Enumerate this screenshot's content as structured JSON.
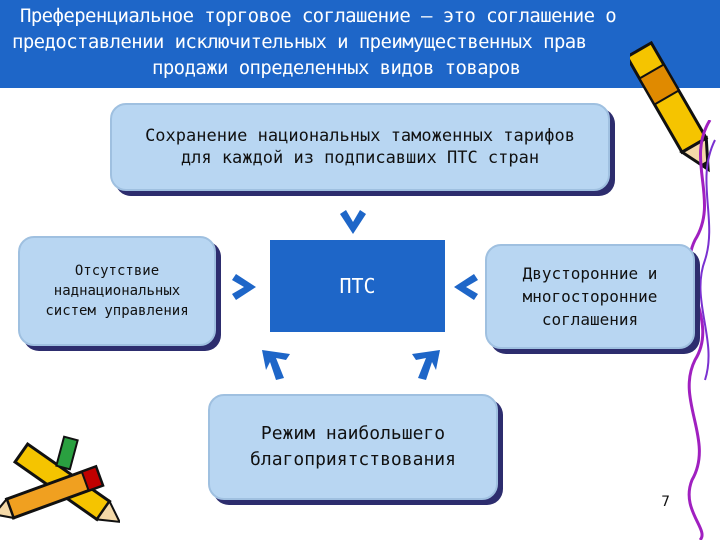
{
  "header": {
    "lines": [
      "Преференциальное торговое соглашение – это соглашение о",
      "предоставлении исключительных и преимущественных прав",
      "продажи определенных видов товаров"
    ]
  },
  "diagram": {
    "top": "Сохранение национальных таможенных тарифов для каждой из подписавших ПТС стран",
    "left": "Отсутствие наднациональных систем управления",
    "right": "Двусторонние и многосторонние соглашения",
    "bottom": "Режим наибольшего благоприятствования",
    "center": "ПТС"
  },
  "page_number": "7",
  "colors": {
    "header_bg": "#1e66c8",
    "box_fill": "#b8d6f2",
    "shadow": "#2d2d6e",
    "center_fill": "#1e66c8",
    "arrow": "#1e66c8"
  }
}
